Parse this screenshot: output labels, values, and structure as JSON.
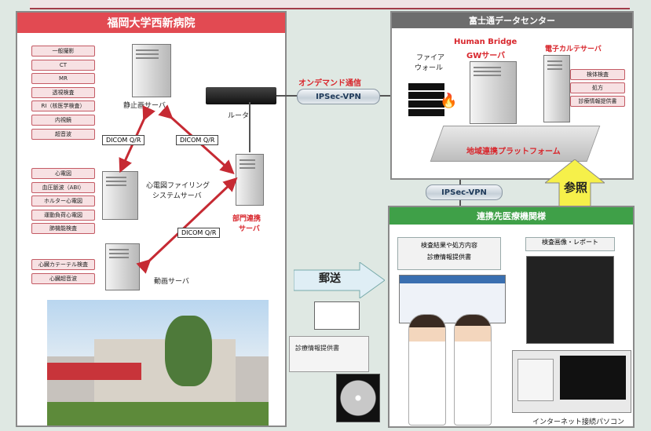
{
  "hospital": {
    "title": "福岡大学西新病院",
    "modalities_top": [
      "一般撮影",
      "CT",
      "MR",
      "透視検査",
      "RI（核医学検査）",
      "内視鏡",
      "超音波"
    ],
    "modalities_mid": [
      "心電図",
      "血圧脈波（ABI）",
      "ホルター心電図",
      "運動負荷心電図",
      "肺機能検査"
    ],
    "modalities_bot": [
      "心臓カテーテル検査",
      "心臓超音波"
    ],
    "servers": {
      "still": "静止画サーバ",
      "router": "ルータ",
      "ecg_line1": "心電図ファイリング",
      "ecg_line2": "システムサーバ",
      "dept_line1": "部門連携",
      "dept_line2": "サーバ",
      "video": "動画サーバ"
    },
    "dicom_labels": [
      "DICOM Q/R",
      "DICOM Q/R",
      "DICOM Q/R"
    ]
  },
  "network": {
    "ondemand": "オンデマンド通信",
    "vpn1": "IPSec-VPN",
    "vpn2": "IPSec-VPN"
  },
  "datacenter": {
    "title": "富士通データセンター",
    "firewall_line1": "ファイア",
    "firewall_line2": "ウォール",
    "gw_line1": "Human Bridge",
    "gw_line2": "GWサーバ",
    "emr": "電子カルテサーバ",
    "emr_items": [
      "検体検査",
      "処方",
      "診療情報提供書"
    ],
    "platform": "地域連携プラットフォーム"
  },
  "clinic": {
    "title": "連携先医療機関様",
    "reference": "参照",
    "mail": "郵送",
    "results_line1": "検査結果や処方内容",
    "results_line2": "診療情報提供書",
    "images": "検査画像・レポート",
    "letter": "診療情報提供書",
    "pc": "インターネット接続パソコン"
  },
  "colors": {
    "hospital_header": "#e24a52",
    "clinic_header": "#3fa048",
    "datacenter_header": "#6d6d6d",
    "arrow_red": "#c62a33",
    "ref_arrow": "#f6f04a"
  }
}
